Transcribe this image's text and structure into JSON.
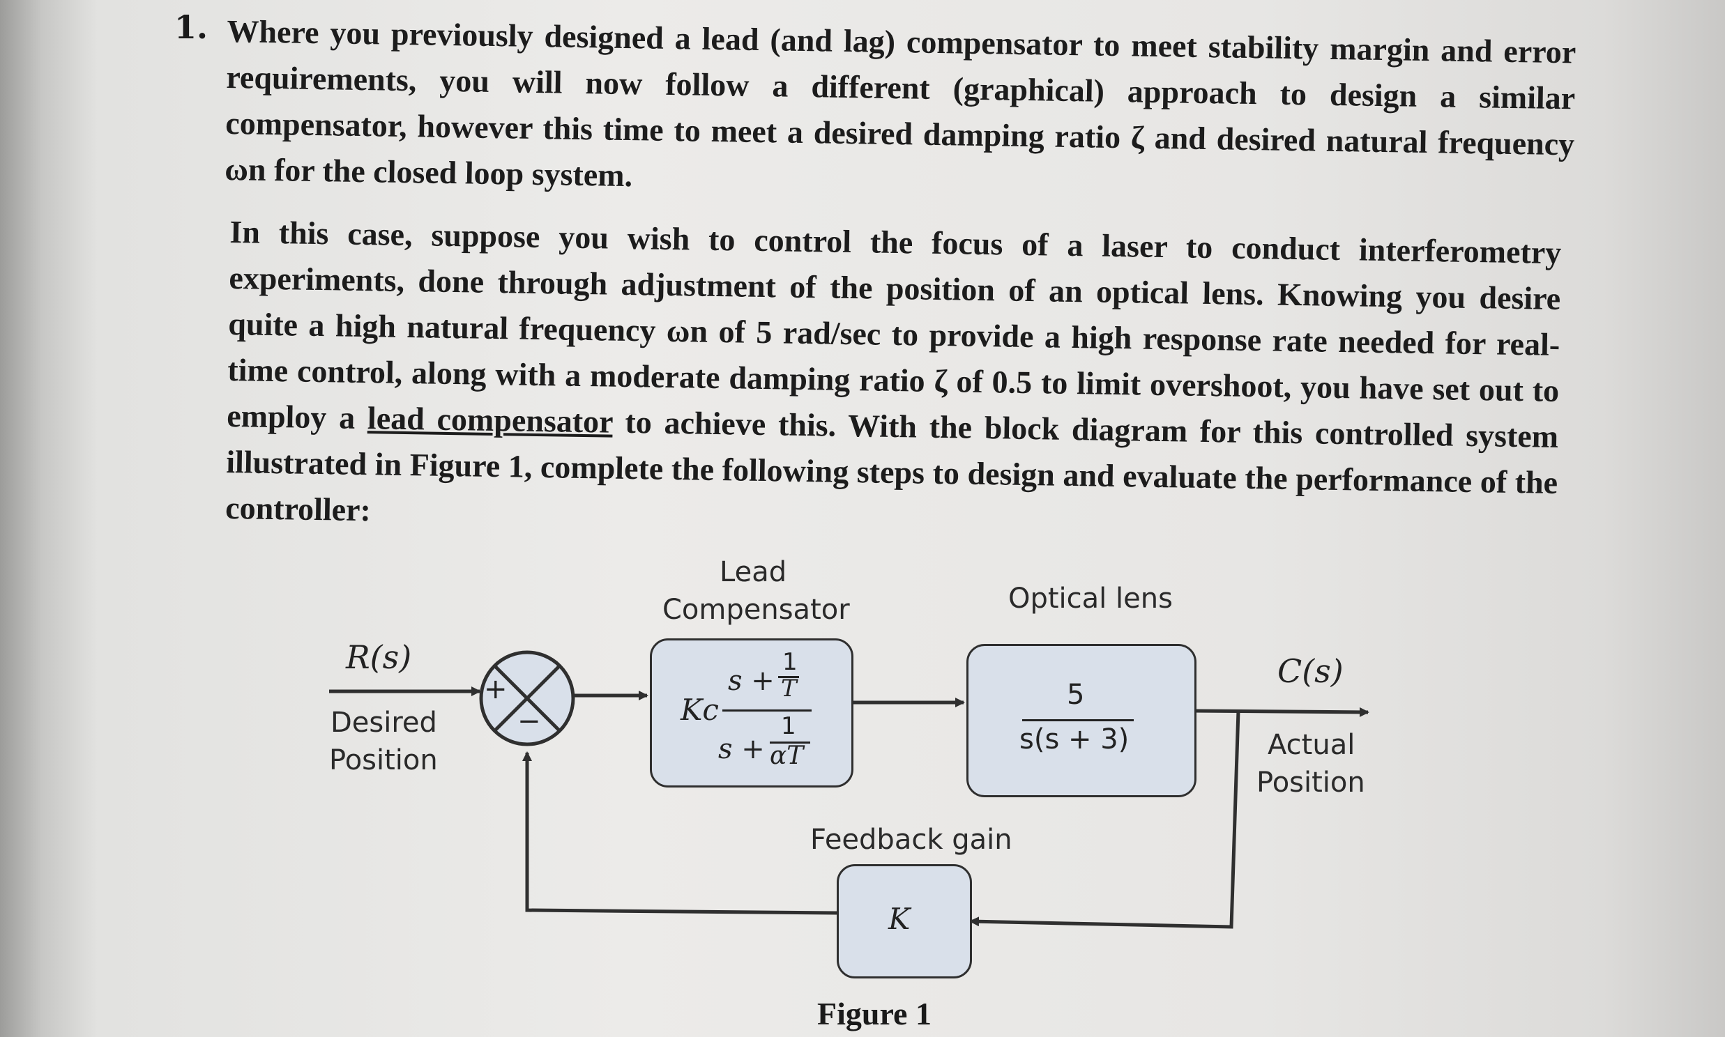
{
  "question": {
    "number": "1.",
    "paragraph1": "Where you previously designed a lead (and lag) compensator to meet stability margin and error requirements, you will now follow a different (graphical) approach to design a similar compensator, however this time to meet a desired damping ratio ζ and desired natural frequency ωn for the closed loop system.",
    "p2_part1": "In this case, suppose you wish to control the focus of a laser to conduct interferometry experiments, done through adjustment of the position of an optical lens. Knowing you desire quite a high natural frequency ωn of 5 rad/sec to provide a high response rate needed for real-time control, along with a moderate damping ratio ζ of 0.5 to limit overshoot, you have set out to employ a ",
    "p2_link": "lead compensator",
    "p2_part2": " to achieve this. With the block diagram for this controlled system illustrated in Figure 1, complete the following steps to design and evaluate the performance of the controller:"
  },
  "diagram": {
    "input_symbol": "R(s)",
    "input_label_1": "Desired",
    "input_label_2": "Position",
    "sum_plus": "+",
    "sum_minus": "−",
    "lead_title_1": "Lead",
    "lead_title_2": "Compensator",
    "lead_gain": "Kc",
    "lead_num_s": "s +",
    "lead_num_top": "1",
    "lead_num_bot": "T",
    "lead_den_s": "s +",
    "lead_den_top": "1",
    "lead_den_bot": "αT",
    "plant_title": "Optical lens",
    "plant_num": "5",
    "plant_den": "s(s + 3)",
    "output_symbol": "C(s)",
    "output_label_1": "Actual",
    "output_label_2": "Position",
    "feedback_title": "Feedback gain",
    "feedback_gain": "K",
    "figure_caption": "Figure 1"
  },
  "colors": {
    "block_fill": "#d9e0ea",
    "line": "#2f2f2f",
    "text": "#1c1c1c"
  }
}
